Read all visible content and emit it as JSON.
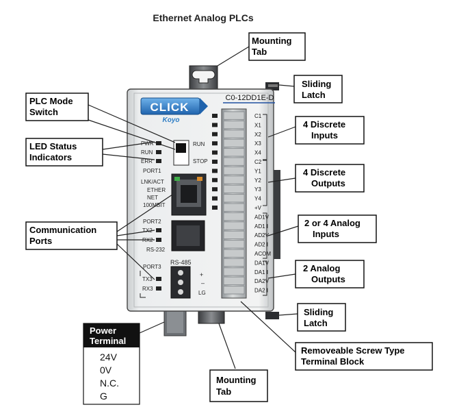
{
  "title": "Ethernet Analog PLCs",
  "model": "C0-12DD1E-D",
  "logo": {
    "text": "CLICK",
    "brand": "Koyo"
  },
  "mode_switch": {
    "run": "RUN",
    "stop": "STOP"
  },
  "leds": [
    "PWR",
    "RUN",
    "ERR"
  ],
  "port1": {
    "name": "PORT1",
    "lnk_act": "LNK/ACT",
    "ether": "ETHER",
    "net": "NET",
    "speed": "100MBIT"
  },
  "port2": {
    "name": "PORT2",
    "tx": "TX2",
    "rx": "RX2",
    "type": "RS-232"
  },
  "port3": {
    "name": "PORT3",
    "tx": "TX3",
    "rx": "RX3",
    "type": "RS-485",
    "plus": "+",
    "minus": "–",
    "lg": "LG"
  },
  "terminals": [
    "C1",
    "X1",
    "X2",
    "X3",
    "X4",
    "C2",
    "Y1",
    "Y2",
    "Y3",
    "Y4",
    "+V",
    "AD1V",
    "AD1 I",
    "AD2V",
    "AD2 I",
    "ACOM",
    "DA1V",
    "DA1 I",
    "DA2V",
    "DA2 I"
  ],
  "callouts": {
    "mounting_tab_top": [
      "Mounting",
      "Tab"
    ],
    "sliding_latch_top": [
      "Sliding",
      "Latch"
    ],
    "plc_mode_switch": [
      "PLC Mode",
      "Switch"
    ],
    "led_status": [
      "LED Status",
      "Indicators"
    ],
    "discrete_inputs": [
      "4 Discrete",
      "Inputs"
    ],
    "discrete_outputs": [
      "4 Discrete",
      "Outputs"
    ],
    "communication_ports": [
      "Communication",
      "Ports"
    ],
    "analog_inputs": [
      "2 or 4 Analog",
      "Inputs"
    ],
    "analog_outputs": [
      "2 Analog",
      "Outputs"
    ],
    "sliding_latch_bottom": [
      "Sliding",
      "Latch"
    ],
    "terminal_block": [
      "Removeable Screw Type",
      "Terminal Block"
    ],
    "mounting_tab_bottom": [
      "Mounting",
      "Tab"
    ]
  },
  "power_terminal": {
    "title": [
      "Power",
      "Terminal"
    ],
    "pins": [
      "24V",
      "0V",
      "N.C.",
      "G"
    ]
  },
  "colors": {
    "logo_blue": "#2f7fc6",
    "led_green": "#3fae49",
    "power_header": "#111111"
  }
}
